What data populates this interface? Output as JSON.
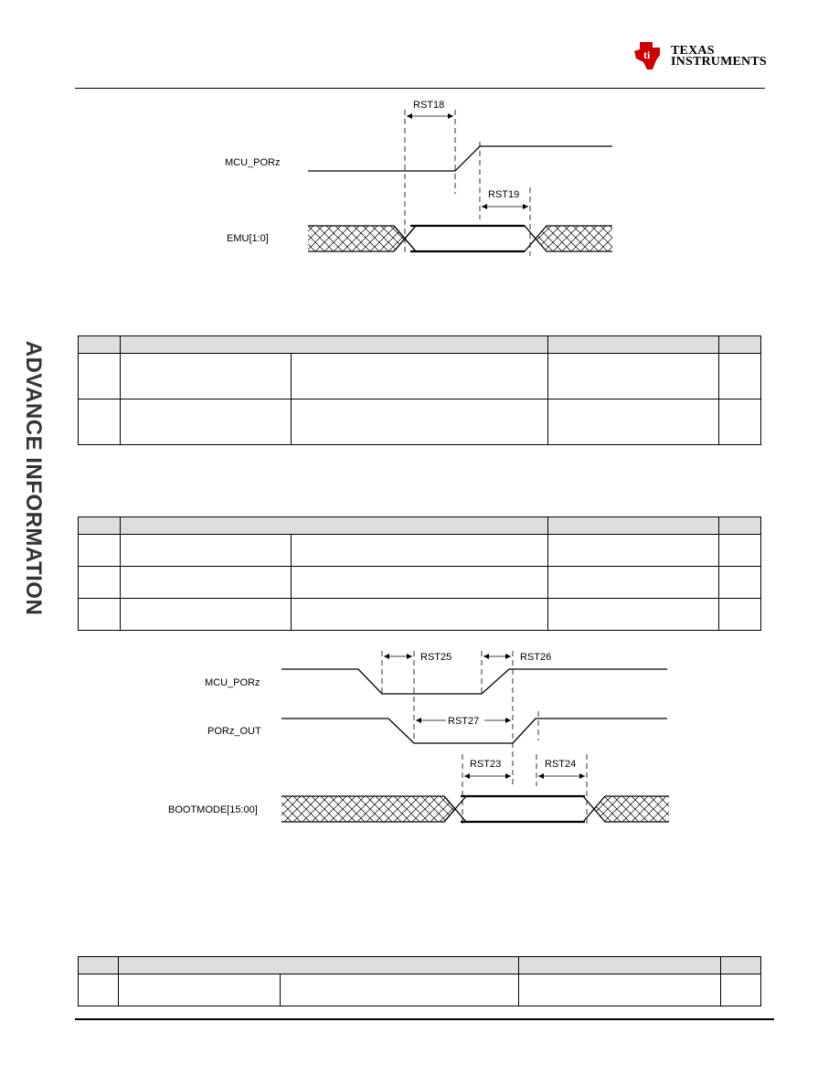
{
  "header": {
    "brand_line1": "Texas",
    "brand_line2": "Instruments",
    "logo_icon": "ti-state-logo-icon"
  },
  "watermark": "ADVANCE INFORMATION",
  "figure1": {
    "signals": [
      "MCU_PORz",
      "EMU[1:0]"
    ],
    "params": [
      "RST18",
      "RST19"
    ]
  },
  "figure2": {
    "signals": [
      "MCU_PORz",
      "PORz_OUT",
      "BOOTMODE[15:00]"
    ],
    "params": [
      "RST25",
      "RST26",
      "RST27",
      "RST23",
      "RST24"
    ]
  },
  "colors": {
    "header_fill": "#dedede",
    "logo_red": "#cc0000"
  }
}
